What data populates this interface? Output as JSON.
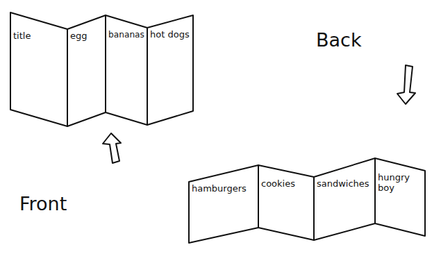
{
  "diagram": {
    "nodes": [
      {
        "text": [
          "title"
        ]
      },
      {
        "text": [
          "egg"
        ]
      },
      {
        "text": [
          "bananas"
        ]
      },
      {
        "text": [
          "hot dogs"
        ]
      },
      {
        "text": [
          "hamburgers"
        ]
      },
      {
        "text": [
          "cookies"
        ]
      },
      {
        "text": [
          "sandwiches"
        ]
      },
      {
        "text": [
          "hungry boy"
        ]
      }
    ],
    "labels": [
      "Front",
      "Back"
    ]
  }
}
